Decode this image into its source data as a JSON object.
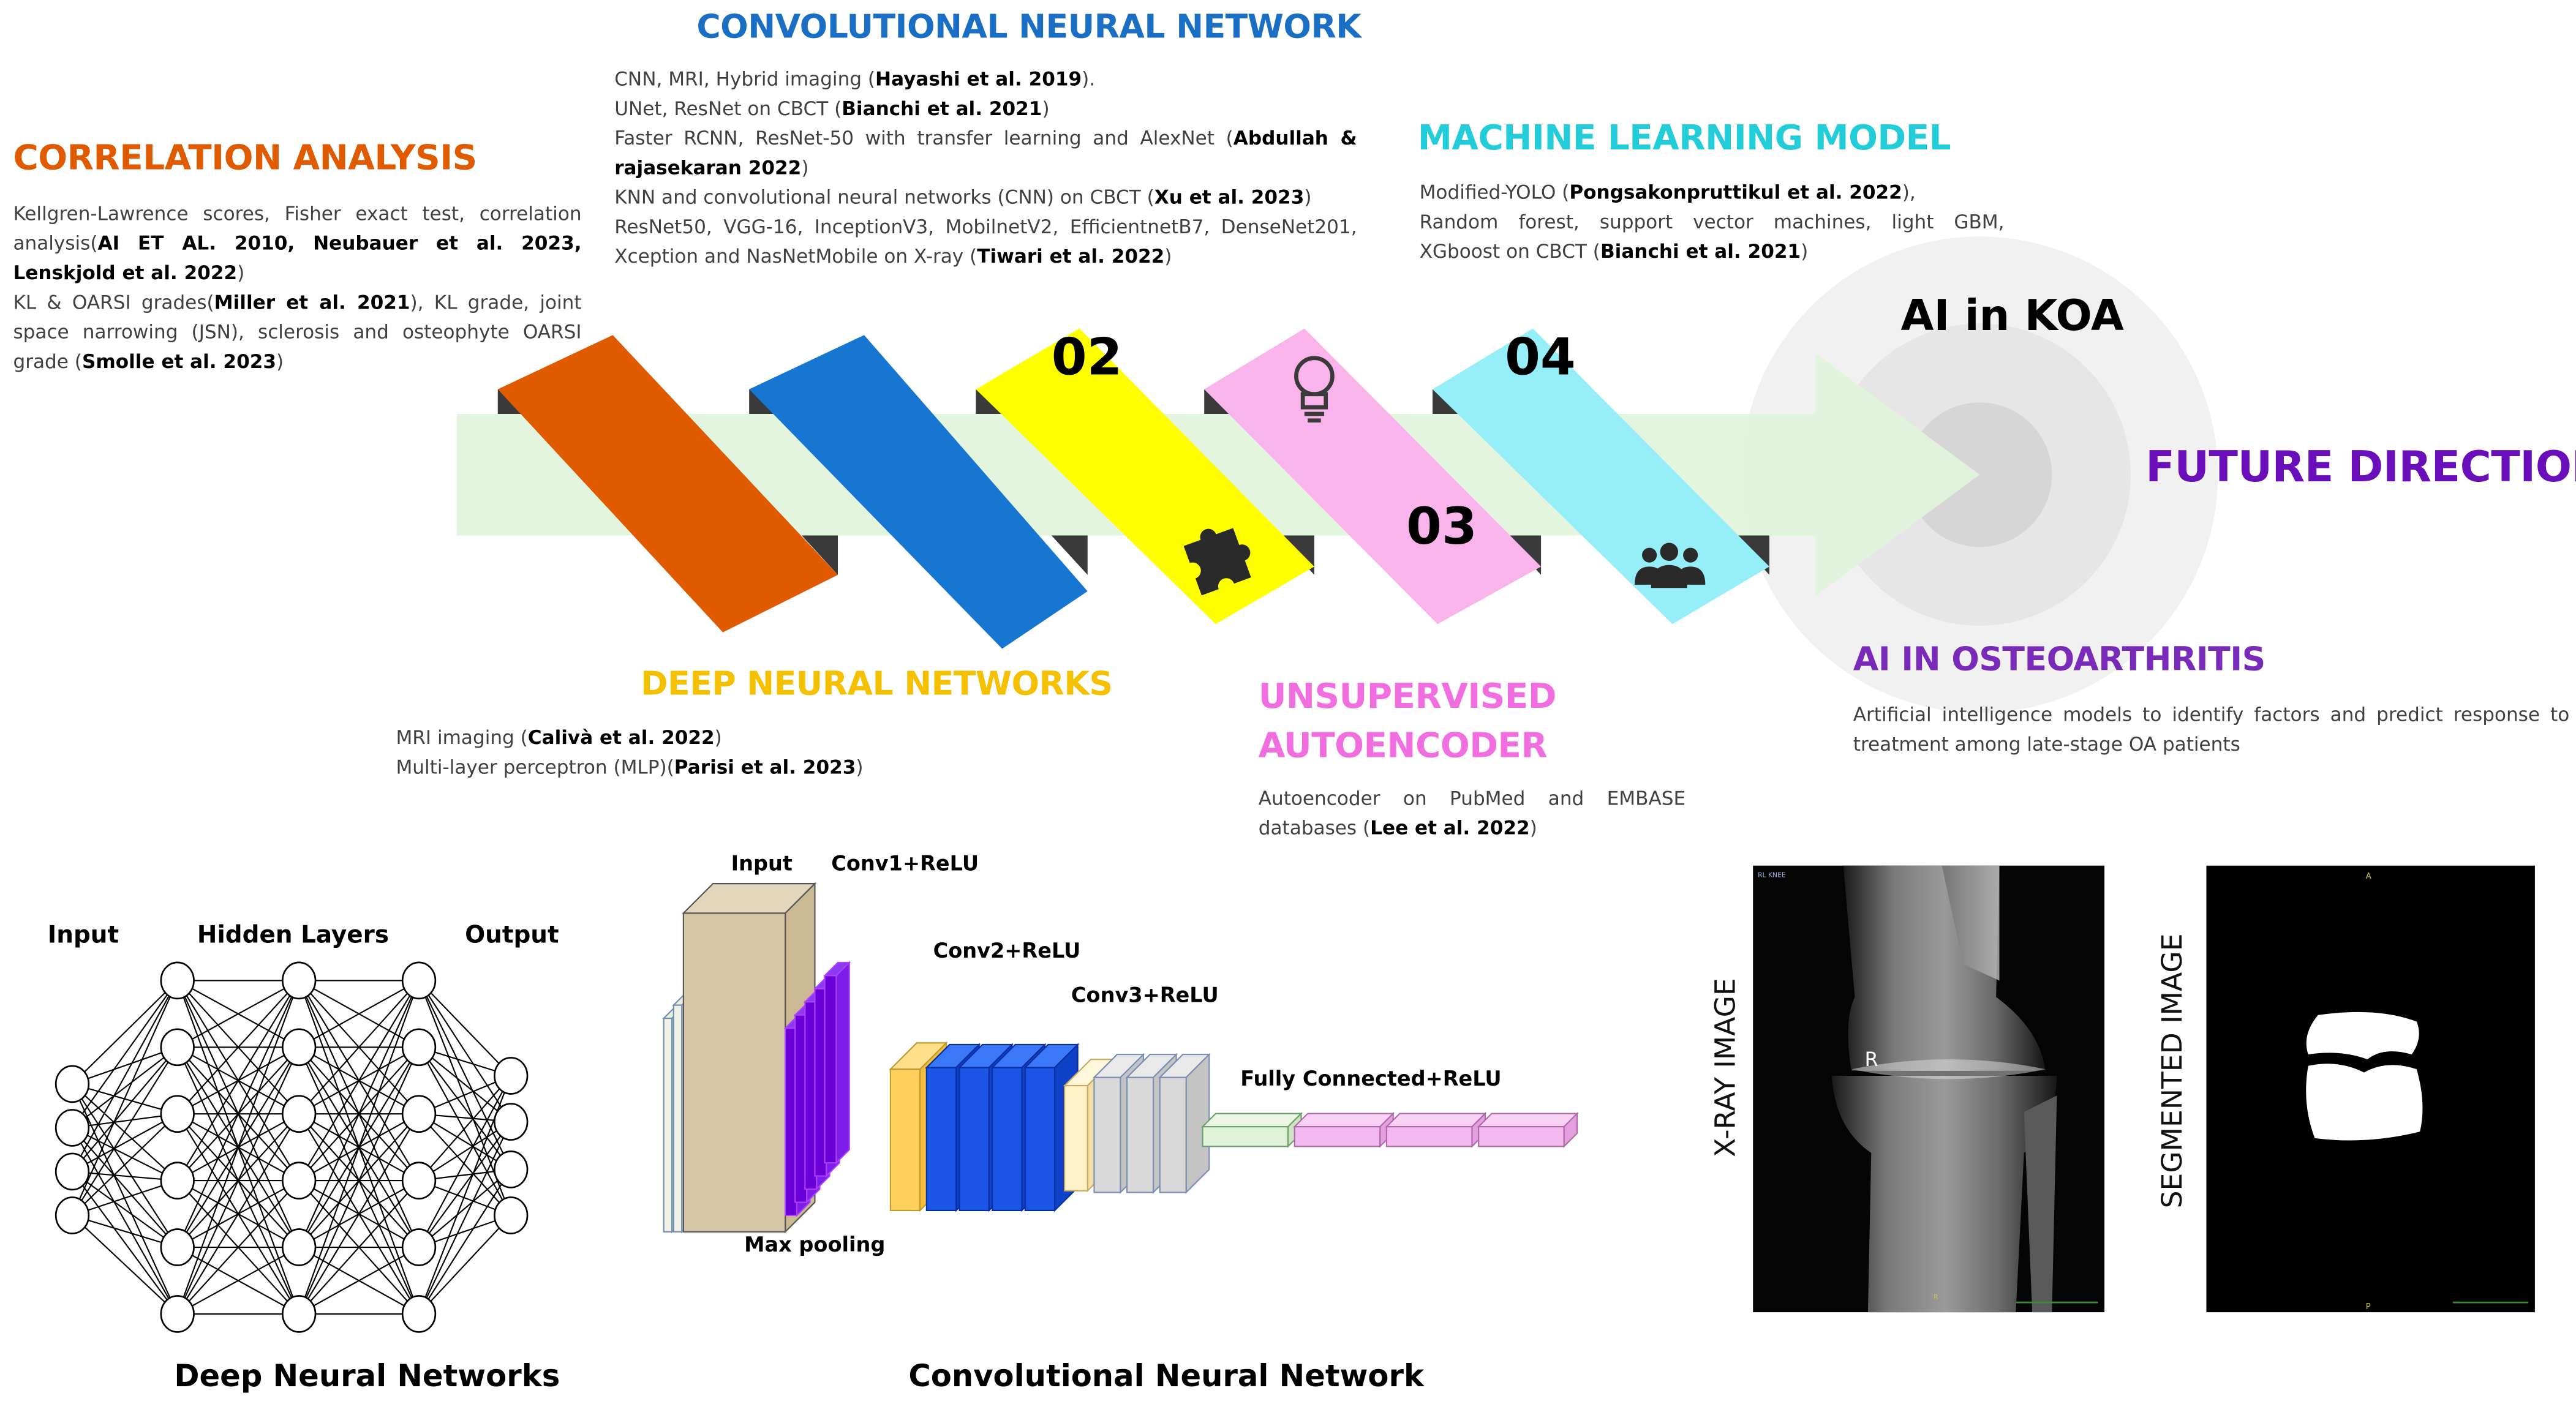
{
  "colors": {
    "orange": "#e05a00",
    "blue": "#1776d2",
    "yellow": "#ffff00",
    "pink": "#f9b4ec",
    "cyan": "#96eef8",
    "arrow": "#e2f4dc",
    "purple": "#6a0dbb",
    "title_blue": "#1a6fc4",
    "title_cyan": "#22ccd8",
    "title_yellow": "#f4c000",
    "title_pink": "#f16ee0",
    "title_purple": "#7a2ab8"
  },
  "sections": {
    "correlation": {
      "title": "CORRELATION ANALYSIS",
      "paras": [
        [
          {
            "t": "Kellgren-Lawrence scores, Fisher exact test, correlation analysis("
          },
          {
            "t": "AI ET AL. 2010, Neubauer et al. 2023, Lenskjold et al. 2022",
            "b": true
          },
          {
            "t": ")"
          }
        ],
        [
          {
            "t": "KL & OARSI grades("
          },
          {
            "t": "Miller et al. 2021",
            "b": true
          },
          {
            "t": "), KL grade, joint space narrowing (JSN), sclerosis and osteophyte OARSI grade ("
          },
          {
            "t": "Smolle et al. 2023",
            "b": true
          },
          {
            "t": ")"
          }
        ]
      ]
    },
    "cnn": {
      "title": "CONVOLUTIONAL NEURAL NETWORK",
      "paras": [
        [
          {
            "t": "CNN, MRI, Hybrid imaging ("
          },
          {
            "t": "Hayashi et al. 2019",
            "b": true
          },
          {
            "t": ")."
          }
        ],
        [
          {
            "t": "UNet, ResNet on CBCT ("
          },
          {
            "t": "Bianchi et al. 2021",
            "b": true
          },
          {
            "t": ")"
          }
        ],
        [
          {
            "t": "Faster RCNN, ResNet-50 with transfer learning and AlexNet ("
          },
          {
            "t": "Abdullah & rajasekaran 2022",
            "b": true
          },
          {
            "t": ")"
          }
        ],
        [
          {
            "t": "KNN and convolutional neural networks (CNN) on CBCT ("
          },
          {
            "t": "Xu et al. 2023",
            "b": true
          },
          {
            "t": ")"
          }
        ],
        [
          {
            "t": "ResNet50, VGG-16, InceptionV3, MobilnetV2, EfficientnetB7, DenseNet201, Xception and NasNetMobile on X-ray ("
          },
          {
            "t": "Tiwari et al. 2022",
            "b": true
          },
          {
            "t": ")"
          }
        ]
      ]
    },
    "ml": {
      "title": "MACHINE LEARNING MODEL",
      "paras": [
        [
          {
            "t": "Modified-YOLO ("
          },
          {
            "t": "Pongsakonpruttikul et al. 2022",
            "b": true
          },
          {
            "t": "),"
          }
        ],
        [
          {
            "t": "Random forest, support vector machines, light GBM, XGboost on CBCT ("
          },
          {
            "t": "Bianchi et al. 2021",
            "b": true
          },
          {
            "t": ")"
          }
        ]
      ]
    },
    "dnn": {
      "title": "DEEP NEURAL NETWORKS",
      "paras": [
        [
          {
            "t": "MRI imaging ("
          },
          {
            "t": "Calivà et al. 2022",
            "b": true
          },
          {
            "t": ")"
          }
        ],
        [
          {
            "t": "Multi-layer perceptron (MLP)("
          },
          {
            "t": "Parisi et al. 2023",
            "b": true
          },
          {
            "t": ")"
          }
        ]
      ]
    },
    "autoencoder": {
      "title_line1": "UNSUPERVISED",
      "title_line2": "AUTOENCODER",
      "paras": [
        [
          {
            "t": "Autoencoder on PubMed and EMBASE databases ("
          },
          {
            "t": "Lee et al. 2022",
            "b": true
          },
          {
            "t": ")"
          }
        ]
      ]
    },
    "ai_oa": {
      "title": "AI IN OSTEOARTHRITIS",
      "paras": [
        [
          {
            "t": "Artificial intelligence models to identify factors and predict response to treatment among late-stage OA patients"
          }
        ]
      ]
    }
  },
  "banner": {
    "num_02": "02",
    "num_03": "03",
    "num_04": "04",
    "center_title": "AI in KOA",
    "future": "FUTURE DIRECTION"
  },
  "dnn_diagram": {
    "label_input": "Input",
    "label_hidden": "Hidden Layers",
    "label_output": "Output",
    "caption": "Deep Neural Networks"
  },
  "cnn_diagram": {
    "label_input": "Input",
    "label_conv1": "Conv1+ReLU",
    "label_conv2": "Conv2+ReLU",
    "label_conv3": "Conv3+ReLU",
    "label_fc": "Fully Connected+ReLU",
    "label_pool": "Max pooling",
    "caption": "Convolutional Neural Network"
  },
  "images": {
    "xray_label": "X-RAY IMAGE",
    "seg_label": "SEGMENTED IMAGE"
  }
}
